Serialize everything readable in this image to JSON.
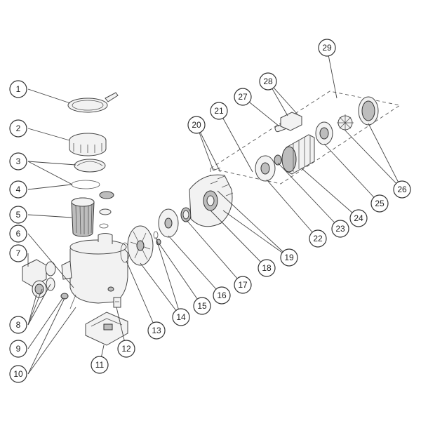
{
  "diagram": {
    "type": "exploded-parts-view",
    "callouts": [
      "1",
      "2",
      "3",
      "4",
      "5",
      "6",
      "7",
      "8",
      "9",
      "10",
      "11",
      "12",
      "13",
      "14",
      "15",
      "16",
      "17",
      "18",
      "19",
      "20",
      "21",
      "22",
      "23",
      "24",
      "25",
      "26",
      "27",
      "28",
      "29"
    ]
  },
  "colors": {
    "line": "#444444",
    "fill_light": "#f2f2f2",
    "fill_dark": "#bdbdbd"
  }
}
